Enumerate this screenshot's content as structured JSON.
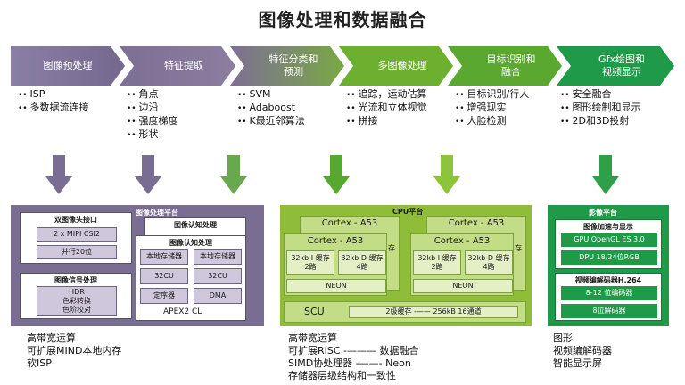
{
  "title": "图像处理和数据融合",
  "stages": [
    {
      "label": "图像预处理",
      "color": "#7a6d94",
      "bullets": [
        "ISP",
        "多数据流连接"
      ]
    },
    {
      "label": "特征提取",
      "color": "#7d6f95",
      "bullets": [
        "角点",
        "边沿",
        "强度梯度",
        "形状"
      ]
    },
    {
      "label": "特征分类和\n预测",
      "color": "#8a8a6a",
      "bullets": [
        "SVM",
        "Adaboost",
        "K最近邻算法"
      ]
    },
    {
      "label": "多图像处理",
      "color": "#6db030",
      "bullets": [
        "追踪，运动估算",
        "光流和立体视觉",
        "拼接"
      ]
    },
    {
      "label": "目标识别和\n融合",
      "color": "#5aa830",
      "bullets": [
        "目标识别/行人",
        "增强现实",
        "人脸检测"
      ]
    },
    {
      "label": "Gfx绘图和\n视频显示",
      "color": "#1e9a48",
      "bullets": [
        "安全融合",
        "图形绘制和显示",
        "2D和3D投射"
      ]
    }
  ],
  "arrow_colors": [
    "#7a6d94",
    "#7a6d94",
    "#6aa84f",
    "#57a832",
    "#8cc43c",
    "#2ea04a"
  ],
  "left_panel": {
    "title": "图像处理平台",
    "dual_camera": "双图像头接口",
    "mipi": "2 x MIPI CSI2",
    "parallel": "并行20位",
    "isp_title": "图像信号处理",
    "isp_items": "HDR\n色彩转换\n色阶校对",
    "cv_title": "图像认知处理",
    "cv_inner_title": "图像认知处理",
    "local_mem1": "本地存储器",
    "local_mem2": "本地存储器",
    "cu1": "32CU",
    "cu2": "32CU",
    "sequencer": "定序器",
    "dma": "DMA",
    "apex": "APEX2 CL"
  },
  "mid_panel": {
    "title": "CPU平台",
    "cortex": "Cortex - A53",
    "icache": "32kb I 缓存\n2路",
    "dcache": "32kb D 缓存\n4路",
    "neon": "NEON",
    "back_hint": "存",
    "scu": "SCU",
    "l2": "2级缓存 -—— 256kB 16通道"
  },
  "right_panel": {
    "title": "影像平台",
    "gfx_title": "图像加速与显示",
    "gpu": "GPU OpenGL ES 3.0",
    "dpu": "DPU 18/24位RGB",
    "video_title": "视频编解码器H.264",
    "enc": "8-12 位编码器",
    "dec": "8位解码器"
  },
  "footers": {
    "left": [
      "高带宽运算",
      "可扩展MIND本地内存",
      "软ISP"
    ],
    "mid": [
      "高带宽运算",
      "可扩展RISC -——— 数据融合",
      "SIMD协处理器 -——- Neon",
      "存储器层级结构和一致性"
    ],
    "right": [
      "图形",
      "视频编解码器",
      "智能显示屏"
    ]
  }
}
